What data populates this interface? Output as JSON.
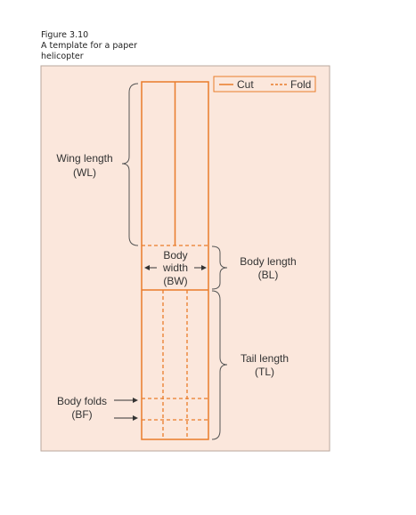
{
  "figure": {
    "number": "Figure 3.10",
    "caption_line1": "A template for a paper",
    "caption_line2": "helicopter"
  },
  "legend": {
    "cut": "Cut",
    "fold": "Fold"
  },
  "labels": {
    "wing_length_1": "Wing length",
    "wing_length_2": "(WL)",
    "body_width_1": "Body",
    "body_width_2": "width",
    "body_width_3": "(BW)",
    "body_length_1": "Body length",
    "body_length_2": "(BL)",
    "tail_length_1": "Tail length",
    "tail_length_2": "(TL)",
    "body_folds_1": "Body folds",
    "body_folds_2": "(BF)"
  },
  "colors": {
    "panel_bg": "#fbe7dc",
    "template_line": "#ea7c2a",
    "text": "#333333",
    "bracket": "#555555"
  }
}
